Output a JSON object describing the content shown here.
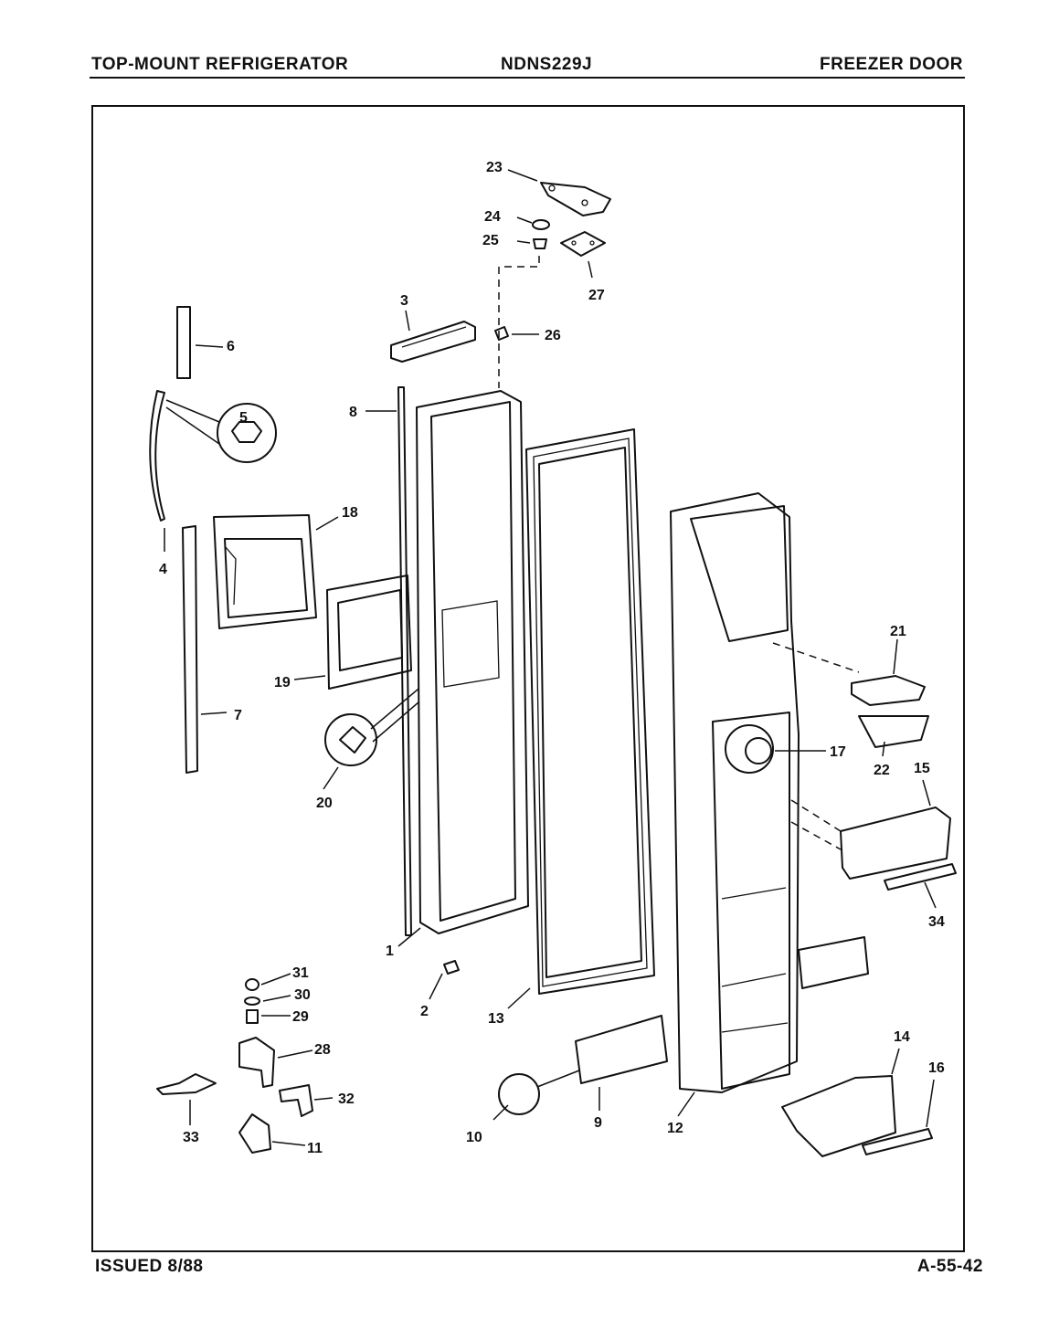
{
  "header": {
    "left": "TOP-MOUNT REFRIGERATOR",
    "center": "NDNS229J",
    "right": "FREEZER DOOR"
  },
  "footer": {
    "issued": "ISSUED 8/88",
    "page_code": "A-55-42"
  },
  "callouts": [
    "1",
    "2",
    "3",
    "4",
    "5",
    "6",
    "7",
    "8",
    "9",
    "10",
    "11",
    "12",
    "13",
    "14",
    "15",
    "16",
    "17",
    "18",
    "19",
    "20",
    "21",
    "22",
    "23",
    "24",
    "25",
    "26",
    "27",
    "28",
    "29",
    "30",
    "31",
    "32",
    "33",
    "34"
  ]
}
